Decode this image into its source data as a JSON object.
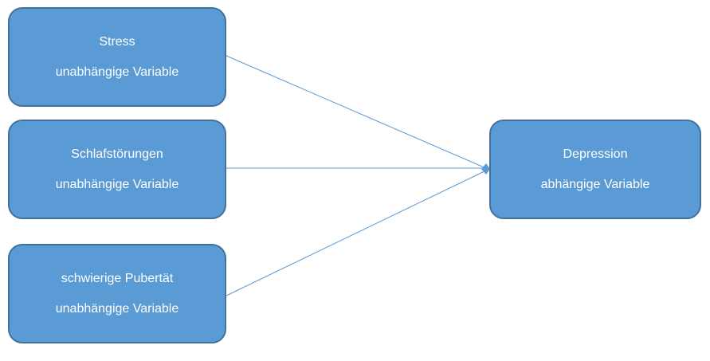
{
  "diagram": {
    "independent_nodes": [
      {
        "name": "Stress",
        "role": "unabhängige Variable"
      },
      {
        "name": "Schlafstörungen",
        "role": "unabhängige Variable"
      },
      {
        "name": "schwierige Pubertät",
        "role": "unabhängige Variable"
      }
    ],
    "dependent_node": {
      "name": "Depression",
      "role": "abhängige Variable"
    },
    "edges": [
      {
        "from": "Stress",
        "to": "Depression"
      },
      {
        "from": "Schlafstörungen",
        "to": "Depression"
      },
      {
        "from": "schwierige Pubertät",
        "to": "Depression"
      }
    ],
    "colors": {
      "node_fill": "#5b9bd5",
      "node_border": "#41719c",
      "node_text": "#ffffff",
      "connector": "#5b9bd5"
    }
  }
}
